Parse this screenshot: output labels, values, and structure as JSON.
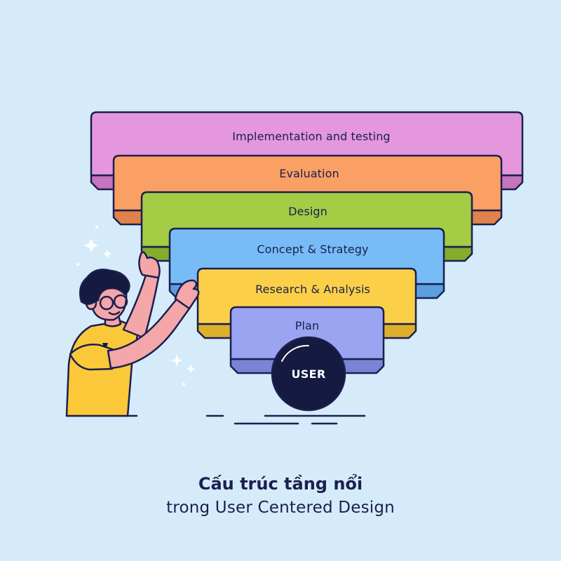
{
  "diagram": {
    "layers": [
      {
        "id": "implementation",
        "label": "Implementation and testing",
        "color": "#e497dd"
      },
      {
        "id": "evaluation",
        "label": "Evaluation",
        "color": "#fba064"
      },
      {
        "id": "design",
        "label": "Design",
        "color": "#a4cc44"
      },
      {
        "id": "concept",
        "label": "Concept & Strategy",
        "color": "#78bcf7"
      },
      {
        "id": "research",
        "label": "Research & Analysis",
        "color": "#fbd048"
      },
      {
        "id": "plan",
        "label": "Plan",
        "color": "#9aa4f1"
      }
    ],
    "center": {
      "label": "USER",
      "color": "#151a40"
    }
  },
  "caption": {
    "title": "Cấu trúc tầng nổi",
    "subtitle": "trong User Centered Design"
  },
  "colors": {
    "background": "#d6ebfa",
    "outline": "#1b1f4e",
    "shirt": "#fbc83a",
    "skin": "#f4a6a9",
    "hair": "#151a40"
  }
}
